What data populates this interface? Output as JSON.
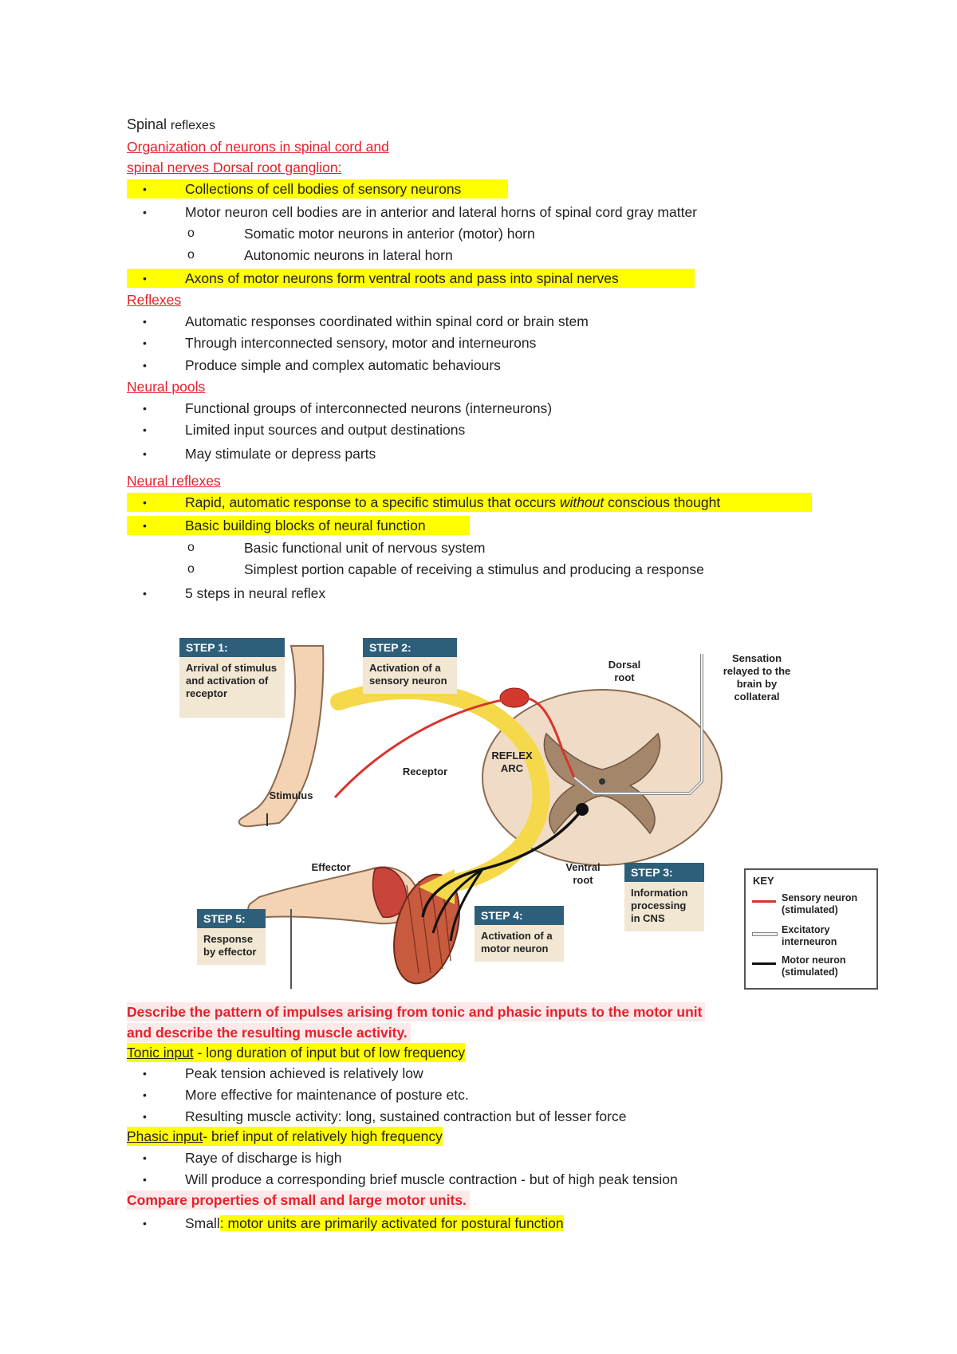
{
  "title_word1": "Spinal",
  "title_word2": "reflexes",
  "org_heading_line1": "Organization of neurons in spinal cord and",
  "org_heading_line2_a": "spinal nerves",
  "org_heading_line2_b": " Dorsal root ganglion:",
  "org_items": [
    "Collections of cell bodies of sensory neurons",
    "Motor neuron cell bodies are in anterior and lateral horns of spinal cord gray matter",
    "Axons of motor neurons form ventral roots and pass into spinal nerves"
  ],
  "org_subitems": [
    "Somatic motor neurons in anterior (motor) horn",
    "Autonomic neurons in lateral horn"
  ],
  "reflexes_heading": "Reflexes",
  "reflexes_items": [
    "Automatic responses coordinated within spinal cord or brain stem",
    "Through interconnected sensory, motor and interneurons",
    "Produce simple and complex automatic behaviours"
  ],
  "pools_heading": "Neural pools",
  "pools_items": [
    "Functional groups of interconnected neurons (interneurons)",
    "Limited input sources and output destinations",
    "May stimulate or depress parts"
  ],
  "nreflex_heading": "Neural reflexes",
  "nreflex_item1_a": "Rapid, automatic response to a specific stimulus that occurs ",
  "nreflex_item1_b": "without",
  "nreflex_item1_c": " conscious thought",
  "nreflex_item2": "Basic building blocks of neural function",
  "nreflex_subitems": [
    "Basic functional unit of nervous system",
    "Simplest portion capable of receiving a stimulus and producing a response"
  ],
  "nreflex_item3": "5 steps in neural reflex",
  "bullet": "•",
  "sub_bullet": "o",
  "diagram": {
    "steps": [
      {
        "head": "STEP 1:",
        "body": "Arrival of stimulus and activation of receptor"
      },
      {
        "head": "STEP 2:",
        "body": "Activation of a sensory neuron"
      },
      {
        "head": "STEP 3:",
        "body": "Information processing in CNS"
      },
      {
        "head": "STEP 4:",
        "body": "Activation of a motor neuron"
      },
      {
        "head": "STEP 5:",
        "body": "Response by effector"
      }
    ],
    "labels": {
      "dorsal_root": "Dorsal root",
      "sensation": "Sensation relayed to the brain by collateral",
      "receptor": "Receptor",
      "reflex_arc": "REFLEX ARC",
      "stimulus": "Stimulus",
      "effector": "Effector",
      "ventral_root": "Ventral root"
    },
    "key": {
      "title": "KEY",
      "sensory": "Sensory neuron (stimulated)",
      "inter": "Excitatory interneuron",
      "motor": "Motor neuron (stimulated)"
    }
  },
  "describe_line1": "Describe the pattern of impulses arising from tonic and phasic inputs to the motor unit",
  "describe_line2": "and describe the resulting muscle activity.",
  "tonic_label": "Tonic input",
  "tonic_rest": " - long duration of input but of low frequency",
  "tonic_items": [
    "Peak tension achieved is relatively low",
    "More effective for maintenance of posture etc.",
    "Resulting muscle activity: long, sustained contraction but of lesser force"
  ],
  "phasic_label": "Phasic input",
  "phasic_rest": "- brief input of relatively high frequency",
  "phasic_items": [
    "Raye of discharge is high",
    "Will produce a corresponding brief muscle contraction - but of high peak tension"
  ],
  "compare_heading": "Compare properties of small and large motor units.",
  "small_a": "Small",
  "small_b": ": motor units are primarily activated for postural function"
}
